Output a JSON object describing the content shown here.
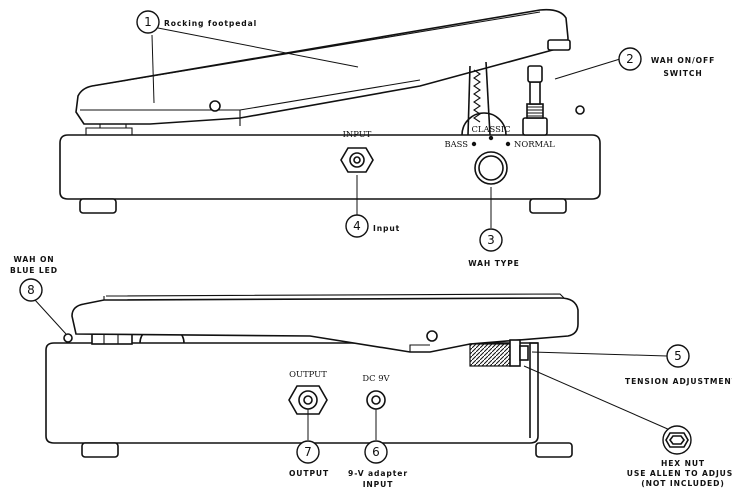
{
  "top_view": {
    "panel_labels": {
      "input": "INPUT",
      "classic": "CLASSIC",
      "bass": "BASS",
      "normal": "NORMAL"
    }
  },
  "bottom_view": {
    "panel_labels": {
      "output": "OUTPUT",
      "dc": "DC 9V"
    }
  },
  "callouts": [
    {
      "number": "1",
      "label": "Rocking footpedal"
    },
    {
      "number": "2",
      "label": "WAH ON/OFF",
      "label2": "SWITCH"
    },
    {
      "number": "3",
      "label": "WAH TYPE"
    },
    {
      "number": "4",
      "label": "Input"
    },
    {
      "number": "5",
      "label": "TENSION ADJUSTMENT"
    },
    {
      "number": "6",
      "label": "9-V adapter",
      "label2": "INPUT"
    },
    {
      "number": "7",
      "label": "OUTPUT"
    },
    {
      "number": "8",
      "label": "WAH ON",
      "label2": "BLUE LED"
    }
  ],
  "hex_nut": {
    "line1": "HEX NUT",
    "line2": "USE ALLEN TO ADJUST",
    "line3": "(NOT INCLUDED)"
  }
}
